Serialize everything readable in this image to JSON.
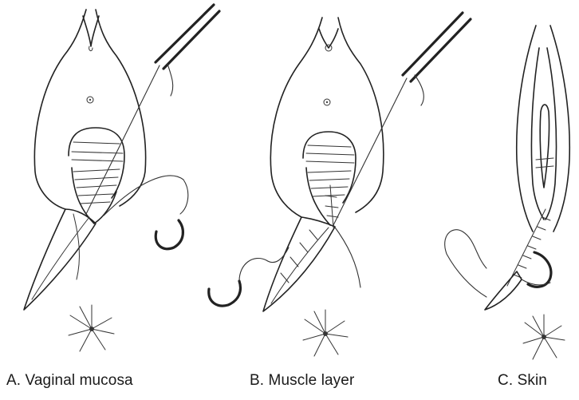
{
  "captions": {
    "a": "A. Vaginal mucosa",
    "b": "B. Muscle layer",
    "c": "C. Skin"
  }
}
